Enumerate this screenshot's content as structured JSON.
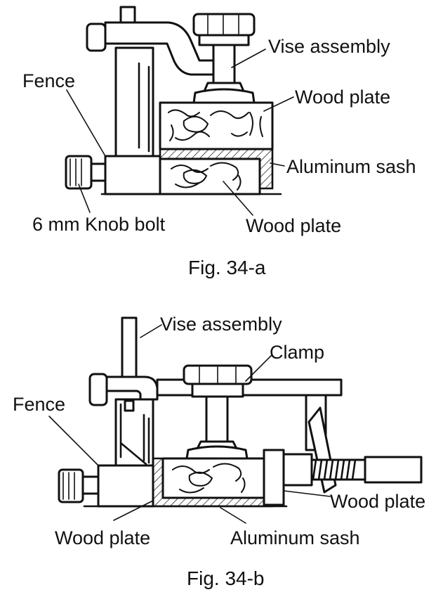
{
  "figures": [
    {
      "caption": "Fig. 34-a",
      "labels": {
        "vise_assembly": "Vise assembly",
        "fence": "Fence",
        "wood_plate_top": "Wood plate",
        "aluminum_sash": "Aluminum sash",
        "knob_bolt": "6 mm Knob bolt",
        "wood_plate_bottom": "Wood plate"
      }
    },
    {
      "caption": "Fig. 34-b",
      "labels": {
        "vise_assembly": "Vise assembly",
        "clamp": "Clamp",
        "fence": "Fence",
        "wood_plate_right": "Wood plate",
        "wood_plate_left": "Wood plate",
        "aluminum_sash": "Aluminum sash"
      }
    }
  ]
}
